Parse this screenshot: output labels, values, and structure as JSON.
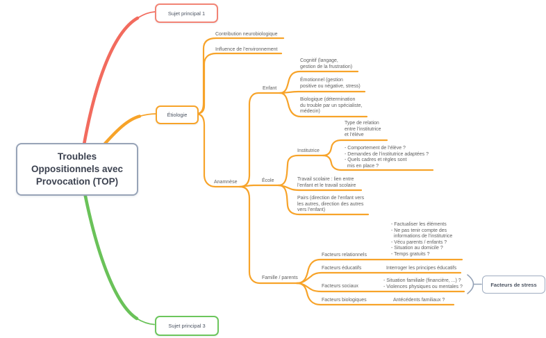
{
  "palette": {
    "branch_red": "#f26b5e",
    "branch_amber": "#f7a329",
    "branch_green": "#6ac259",
    "node_border_gray": "#97a3b7",
    "leaf_text": "#5e5e5e",
    "box_text": "#4a5260",
    "central_text": "#3c4250"
  },
  "central": {
    "title": "Troubles\nOppositionnels avec\nProvocation (TOP)"
  },
  "topics": {
    "sujet1": "Sujet principal 1",
    "etiologie": "Étiologie",
    "sujet3": "Sujet principal 3",
    "stress": "Facteurs de stress"
  },
  "nodes": {
    "contribution": "Contribution neurobiologique",
    "influence": "Influence de l’environnement",
    "enfant": "Enfant",
    "cognitif": "Cognitif (langage,\ngestion de la frustration)",
    "emotionnel": "Émotionnel (gestion\npositive ou négative, stress)",
    "biologique": "Biologique (détermination\ndu trouble par un spécialiste,\nmédecin)",
    "anamnese": "Anamnèse",
    "ecole": "École",
    "institutrice": "Institutrice",
    "type_relation": "Type de relation\nentre l’institutrice\net l’élève",
    "questions_institutrice": "- Comportement de l’élève ?\n- Demandes de l’institutrice adaptées ?\n- Quels cadres et règles sont\n  mis en place ?",
    "travail_scolaire": "Travail scolaire : lien entre\nl’enfant et le travail scolaire",
    "pairs": "Pairs (direction de l’enfant vers\nles autres, direction des autres\nvers l’enfant)",
    "famille_parents": "Famille / parents",
    "facteurs_relationnels": "Facteurs relationnels",
    "facteurs_educatifs": "Facteurs éducatifs",
    "facteurs_sociaux": "Facteurs sociaux",
    "facteurs_biologiques": "Facteurs biologiques",
    "factualiser_bloc": "- Factualiser les éléments\n- Ne pas tenir compte des\n  informations de l’institutrice\n- Vécu parents / enfants ?\n- Situation au domicile ?\n- Temps gratuits ?",
    "interroger": "Interroger les principes éducatifs",
    "situation_bloc": "- Situation familiale (financière, ...) ?\n- Violences physiques ou mentales ?",
    "antecedents": "Antécédents familiaux ?"
  }
}
